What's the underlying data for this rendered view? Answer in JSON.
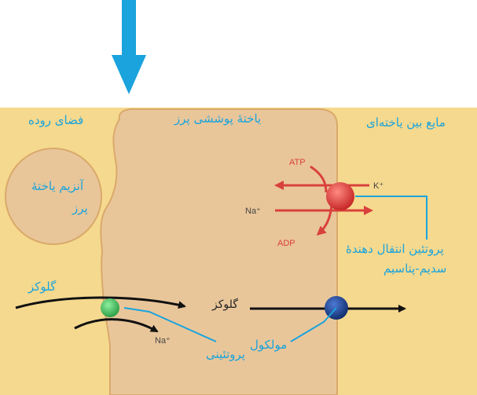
{
  "labels": {
    "intestinal_space": "فضای روده",
    "epithelial_cell": "یاختهٔ پوششی پرز",
    "interstitial_fluid": "مایع بین یاخته‌ای",
    "villus_enzyme_line1": "آنزیم یاختهٔ",
    "villus_enzyme_line2": "پرز",
    "pump_protein_line1": "پروتئین انتقال دهندهٔ",
    "pump_protein_line2": "سدیم-پتاسیم",
    "glucose_left": "گلوکز",
    "glucose_inner": "گلوکز",
    "protein_molecule_line1": "مولکول",
    "protein_molecule_line2": "پروتئینی"
  },
  "pump": {
    "atp": "ATP",
    "adp": "ADP",
    "k_ion": "K⁺",
    "na_ion": "Na⁺"
  },
  "cotransport": {
    "na_ion": "Na⁺"
  },
  "colors": {
    "outer_fill": "#f5d98e",
    "cell_fill": "#e9c69a",
    "cell_stroke": "#d9a96b",
    "arrow_blue": "#1aa3dc",
    "label_blue": "#1aa3dc",
    "pump_red": "#d9413c",
    "symporter_green": "#3dbf5a",
    "channel_blue": "#1d3f8a"
  }
}
